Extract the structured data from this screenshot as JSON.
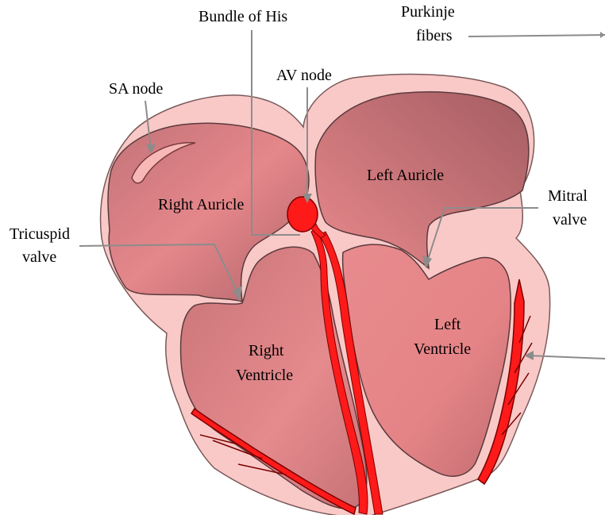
{
  "diagram": {
    "labels": {
      "bundle_of_his": "Bundle of His",
      "purkinje_line1": "Purkinje",
      "purkinje_line2": "fibers",
      "av_node": "AV node",
      "sa_node": "SA node",
      "right_auricle": "Right Auricle",
      "left_auricle": "Left Auricle",
      "mitral_line1": "Mitral",
      "mitral_line2": "valve",
      "tricuspid_line1": "Tricuspid",
      "tricuspid_line2": "valve",
      "right_ventricle_line1": "Right",
      "right_ventricle_line2": "Ventricle",
      "left_ventricle_line1": "Left",
      "left_ventricle_line2": "Ventricle"
    },
    "colors": {
      "outer_wall": "#f9c9c7",
      "outer_wall_stroke": "#7a5a5a",
      "chamber_light": "#e8878a",
      "chamber_dark": "#a65e63",
      "conduction": "#ff1a1a",
      "conduction_stroke": "#7a0000",
      "pointer_line": "#8c8c8c"
    }
  }
}
